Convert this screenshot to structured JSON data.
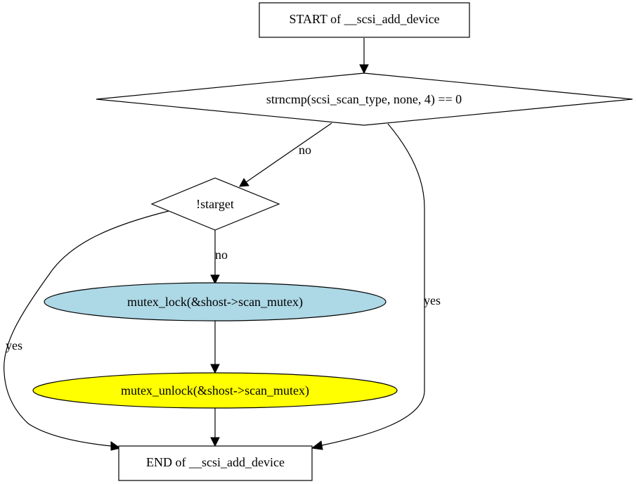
{
  "diagram": {
    "nodes": {
      "start": {
        "label": "START of __scsi_add_device",
        "shape": "box",
        "fill": "#ffffff"
      },
      "cond_scan_type": {
        "label": "strncmp(scsi_scan_type, none, 4) == 0",
        "shape": "diamond",
        "fill": "#ffffff"
      },
      "cond_starget": {
        "label": "!starget",
        "shape": "diamond",
        "fill": "#ffffff"
      },
      "mutex_lock": {
        "label": "mutex_lock(&shost->scan_mutex)",
        "shape": "ellipse",
        "fill": "#add8e6"
      },
      "mutex_unlock": {
        "label": "mutex_unlock(&shost->scan_mutex)",
        "shape": "ellipse",
        "fill": "#ffff00"
      },
      "end": {
        "label": "END of __scsi_add_device",
        "shape": "box",
        "fill": "#ffffff"
      }
    },
    "edges": [
      {
        "id": "start_to_scan",
        "from": "start",
        "to": "cond_scan_type",
        "label": ""
      },
      {
        "id": "scan_no",
        "from": "cond_scan_type",
        "to": "cond_starget",
        "label": "no"
      },
      {
        "id": "scan_yes",
        "from": "cond_scan_type",
        "to": "end",
        "label": "yes"
      },
      {
        "id": "starget_no",
        "from": "cond_starget",
        "to": "mutex_lock",
        "label": "no"
      },
      {
        "id": "starget_yes",
        "from": "cond_starget",
        "to": "end",
        "label": "yes"
      },
      {
        "id": "lock_to_unlock",
        "from": "mutex_lock",
        "to": "mutex_unlock",
        "label": ""
      },
      {
        "id": "unlock_to_end",
        "from": "mutex_unlock",
        "to": "end",
        "label": ""
      }
    ]
  }
}
